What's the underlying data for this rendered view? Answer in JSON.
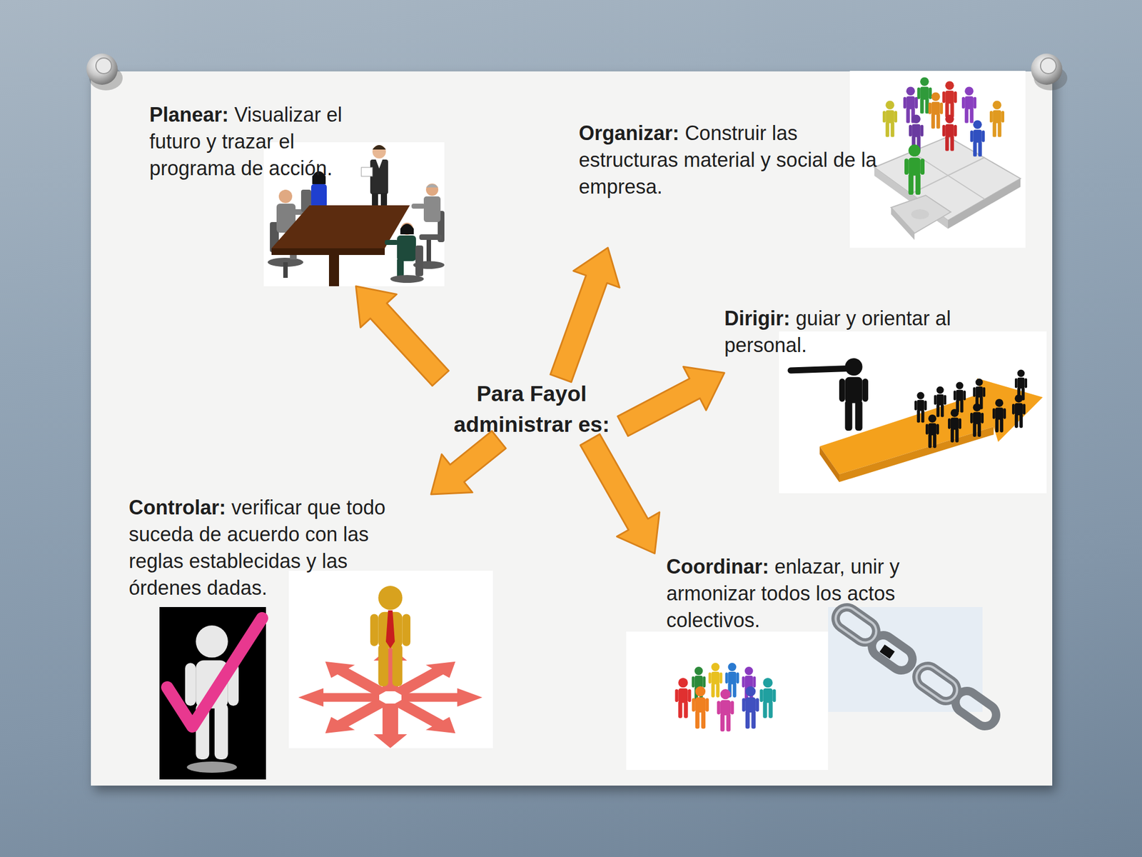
{
  "diagram": {
    "nodes": [
      {
        "text": [
          "Planear:",
          "Visualizar el futuro y trazar el programa de acción."
        ]
      },
      {
        "text": [
          "Organizar:",
          "Construir las estructuras material y social de la empresa."
        ]
      },
      {
        "text": [
          "Dirigir:",
          "guiar y orientar al personal."
        ]
      },
      {
        "text": [
          "Para Fayol administrar es:"
        ]
      },
      {
        "text": [
          "Controlar:",
          "verificar que todo suceda de acuerdo con las reglas establecidas y las órdenes dadas."
        ]
      },
      {
        "text": [
          "Coordinar:",
          "enlazar, unir y armonizar todos los actos colectivos."
        ]
      }
    ],
    "edges": [
      {
        "from": 3,
        "to": 0,
        "arrow": "to"
      },
      {
        "from": 3,
        "to": 1,
        "arrow": "to"
      },
      {
        "from": 3,
        "to": 2,
        "arrow": "to"
      },
      {
        "from": 3,
        "to": 4,
        "arrow": "to"
      },
      {
        "from": 3,
        "to": 5,
        "arrow": "to"
      }
    ]
  }
}
